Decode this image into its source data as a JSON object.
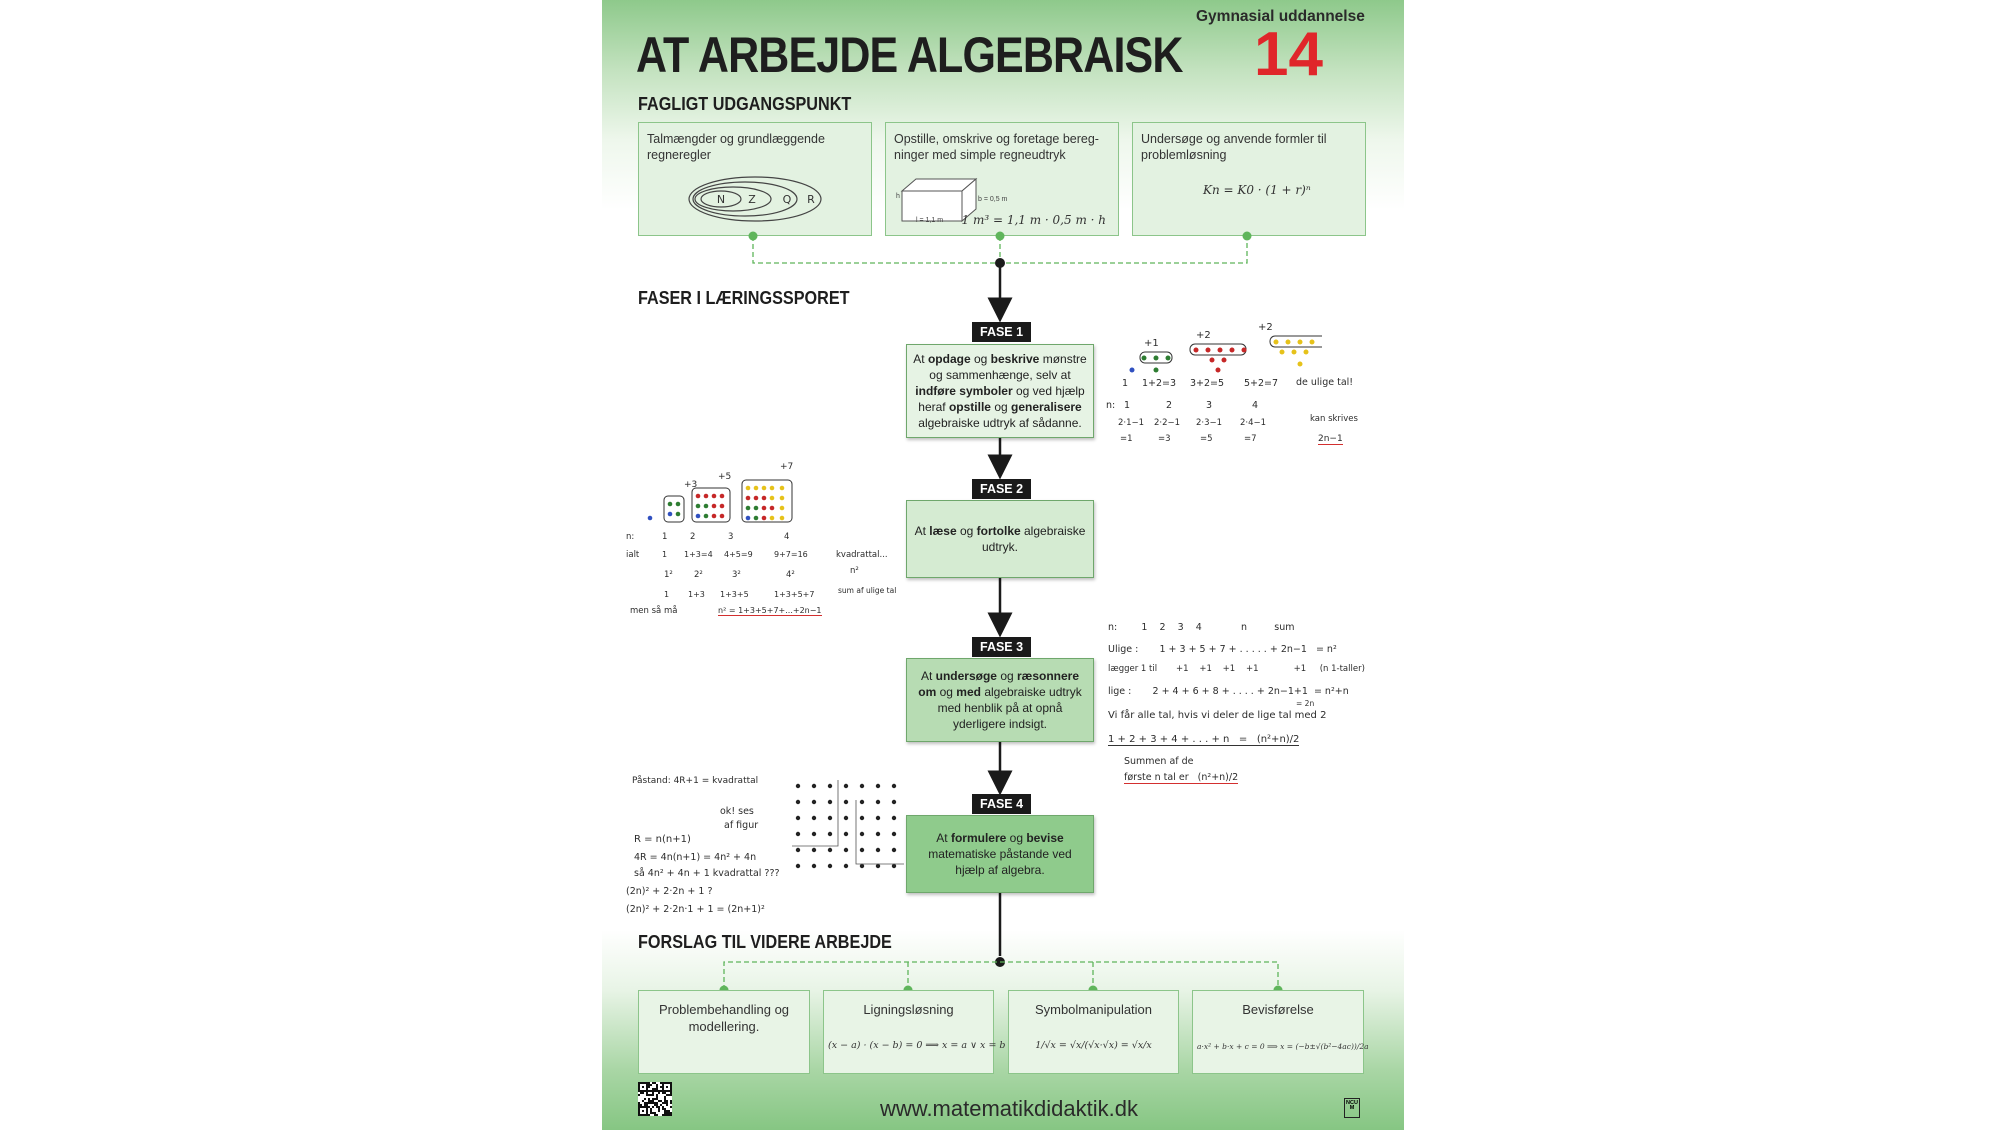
{
  "header": {
    "title": "AT ARBEJDE ALGEBRAISK",
    "level_label": "Gymnasial uddannelse",
    "level_number": "14"
  },
  "sections": {
    "fagligt": "FAGLIGT UDGANGSPUNKT",
    "faser": "FASER I LÆRINGSSPORET",
    "forslag": "FORSLAG TIL VIDERE ARBEJDE"
  },
  "starting_points": [
    {
      "text": "Talmængder og grundlæggende regneregler",
      "sets": [
        "N",
        "Z",
        "Q",
        "R"
      ]
    },
    {
      "text": "Opstille, omskrive og foretage bereg-ninger med simple regneudtryk",
      "dim_h": "h",
      "dim_l": "l = 1,1 m",
      "dim_b": "b = 0,5 m",
      "formula": "1 m³ = 1,1 m · 0,5 m · h"
    },
    {
      "text": "Undersøge og anvende formler til problemløsning",
      "formula": "Kn = K0 · (1 + r)ⁿ"
    }
  ],
  "phases": [
    {
      "tag": "FASE 1",
      "html": "At <b>opdage</b> og <b>beskrive</b> mønstre og sammenhænge, selv at <b>indføre symboler</b> og ved hjælp heraf <b>opstille</b> og <b>generalisere</b> algebraiske udtryk af sådanne."
    },
    {
      "tag": "FASE 2",
      "html": "At <b>læse</b> og <b>fortolke</b> algebraiske udtryk."
    },
    {
      "tag": "FASE 3",
      "html": "At <b>undersøge</b> og <b>ræsonnere om</b> og <b>med</b> algebraiske udtryk med henblik på at opnå yderligere indsigt."
    },
    {
      "tag": "FASE 4",
      "html": "At <b>formulere</b> og <b>bevise</b> matematiske påstande ved hjælp af algebra."
    }
  ],
  "suggestions": [
    {
      "label": "Problembehandling og modellering.",
      "formula": ""
    },
    {
      "label": "Ligningsløsning",
      "formula": "(x − a) · (x − b) = 0 ⟹ x = a ∨ x = b"
    },
    {
      "label": "Symbolmanipulation",
      "formula": "1/√x = √x/(√x·√x) = √x/x"
    },
    {
      "label": "Bevisførelse",
      "formula": "a·x² + b·x + c = 0 ⟹ x = (−b±√(b²−4ac))/2a"
    }
  ],
  "notes": {
    "n1": {
      "adds": [
        "+1",
        "+2",
        "+2"
      ],
      "sums": [
        "1",
        "1+2=3",
        "3+2=5",
        "5+2=7"
      ],
      "comment": "de ulige tal!",
      "n_label": "n:",
      "ns": [
        "1",
        "2",
        "3",
        "4"
      ],
      "exprs": [
        "2·1−1",
        "2·2−1",
        "2·3−1",
        "2·4−1"
      ],
      "results": [
        "=1",
        "=3",
        "=5",
        "=7"
      ],
      "can": "kan skrives",
      "general": "2n−1"
    },
    "n2": {
      "adds": [
        "+3",
        "+5",
        "+7"
      ],
      "n_label": "n:",
      "ns": [
        "1",
        "2",
        "3",
        "4"
      ],
      "row1_label": "ialt",
      "row1": [
        "1",
        "1+3=4",
        "4+5=9",
        "9+7=16"
      ],
      "row2": [
        "1²",
        "2²",
        "3²",
        "4²"
      ],
      "row3": [
        "1",
        "1+3",
        "1+3+5",
        "1+3+5+7"
      ],
      "right1": "kvadrattal...",
      "right2": "n²",
      "right3": "sum af ulige tal",
      "bottom": "men  så  må",
      "conclusion": "n² = 1+3+5+7+...+2n−1"
    },
    "n3": {
      "header": "n:        1    2    3    4             n         sum",
      "l1": "Ulige :       1 + 3 + 5 + 7 + . . . . . + 2n−1   = n²",
      "l2": "lægger 1 til       +1    +1    +1    +1             +1     (n 1-taller)",
      "l3": "lige :       2 + 4 + 6 + 8 + . . . . + 2n−1+1  = n²+n",
      "l3b": "= 2n",
      "l4": "Vi får alle tal, hvis vi deler de lige tal med 2",
      "l5": "1 + 2 + 3 + 4 + . . . + n   =   (n²+n)/2",
      "l6": "Summen af de",
      "l7": "første n tal er   (n²+n)/2"
    },
    "n4": {
      "claim": "Påstand: 4R+1 = kvadrattal",
      "ok": "ok!  ses",
      "ok2": "af figur",
      "l1": "R = n(n+1)",
      "l2": "4R = 4n(n+1) = 4n² + 4n",
      "l3": "så  4n² + 4n + 1   kvadrattal ???",
      "l4": "(2n)² + 2·2n + 1      ?",
      "l5": "(2n)² + 2·2n·1 + 1 = (2n+1)²"
    }
  },
  "footer": {
    "url": "www.matematikdidaktik.dk",
    "logo": "NCUM"
  },
  "colors": {
    "accent_red": "#e0262a",
    "green_light": "#e3f2e1",
    "green_medium": "#b7dcb3",
    "green_dark": "#8fcb8c",
    "dashed_line": "#5fb55b"
  }
}
